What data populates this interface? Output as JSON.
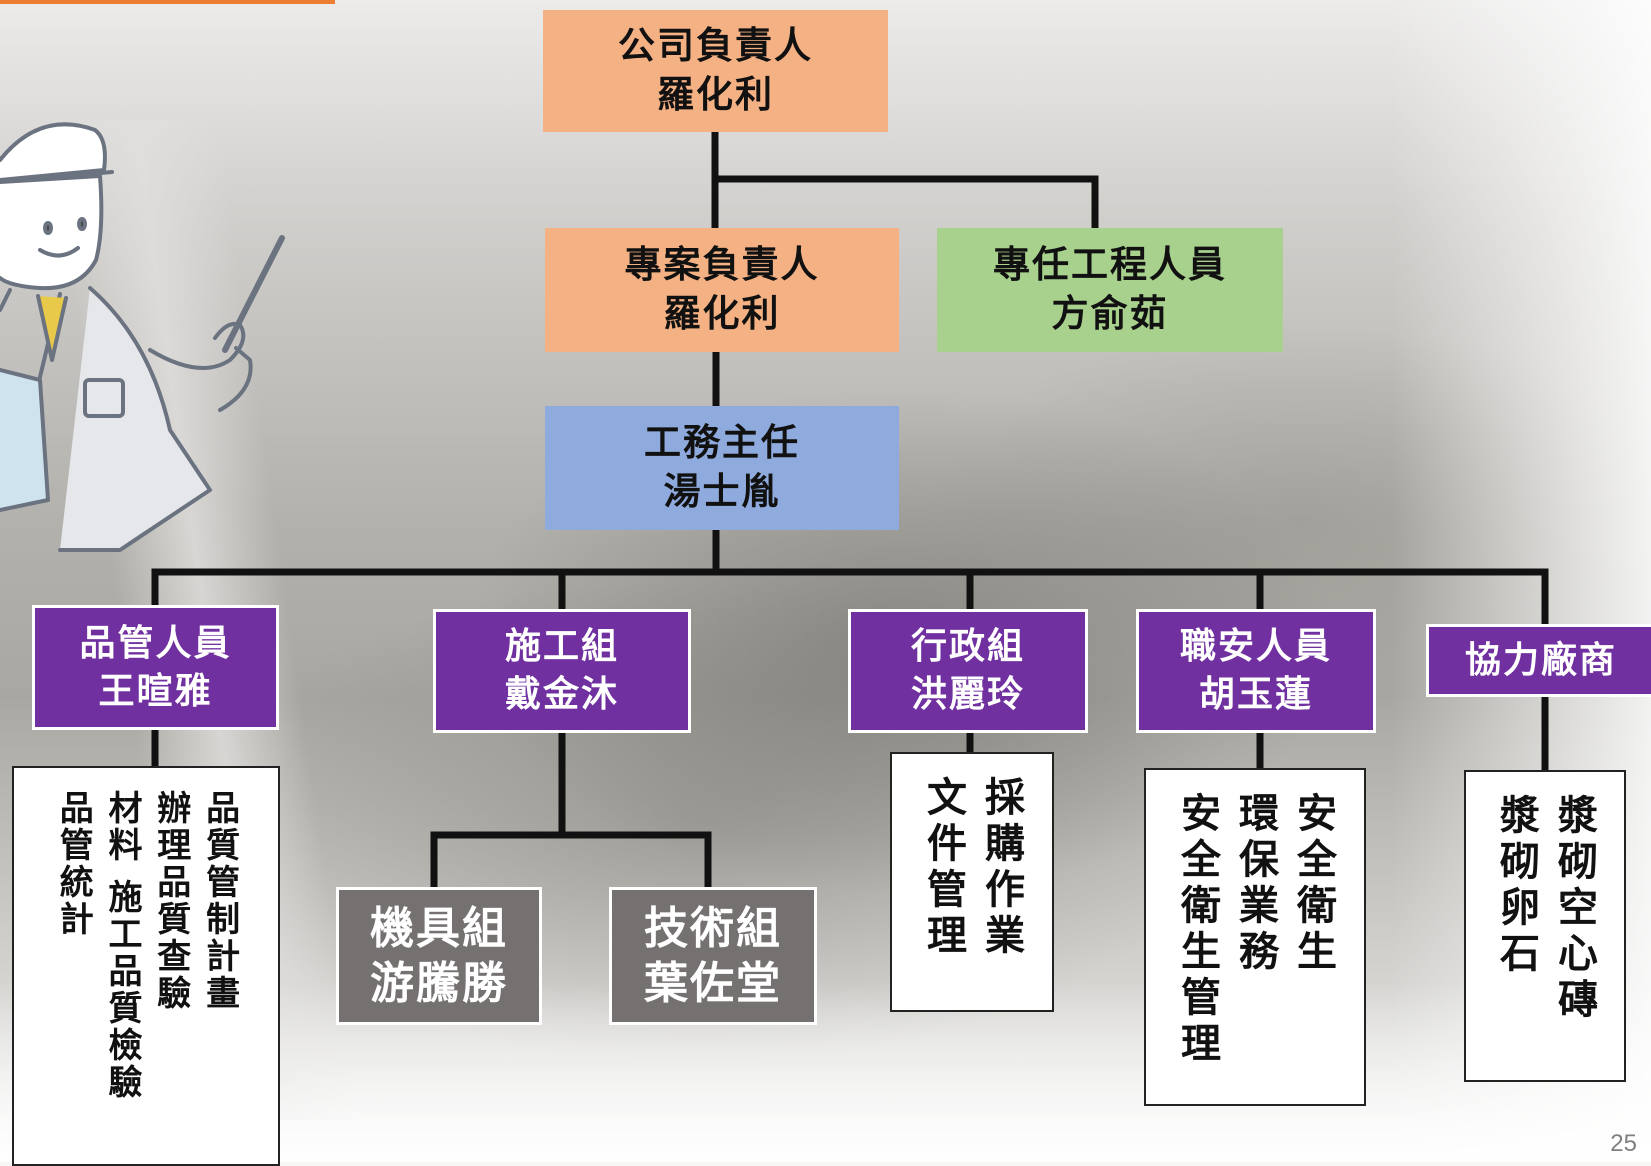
{
  "org_chart": {
    "company_head": {
      "title": "公司負責人",
      "name": "羅化利"
    },
    "project_head": {
      "title": "專案負責人",
      "name": "羅化利"
    },
    "engineer": {
      "title": "專任工程人員",
      "name": "方俞茹"
    },
    "site_director": {
      "title": "工務主任",
      "name": "湯士胤"
    },
    "qc": {
      "title": "品管人員",
      "name": "王暄雅",
      "duties": [
        "品質管制計畫",
        "辦理品質查驗",
        "材料 施工品質檢驗",
        "品管統計"
      ]
    },
    "construction": {
      "title": "施工組",
      "name": "戴金沐"
    },
    "machinery": {
      "title": "機具組",
      "name": "游騰勝"
    },
    "technical": {
      "title": "技術組",
      "name": "葉佐堂"
    },
    "admin": {
      "title": "行政組",
      "name": "洪麗玲",
      "duties": [
        "採購作業",
        "文件管理"
      ]
    },
    "safety": {
      "title": "職安人員",
      "name": "胡玉蓮",
      "duties": [
        "安全衛生",
        "環保業務",
        "安全衛生管理"
      ]
    },
    "subcontractor": {
      "title": "協力廠商",
      "duties": [
        "漿砌空心磚",
        "漿砌卵石"
      ]
    }
  },
  "page_number": "25",
  "colors": {
    "accent_bar": "#ed7d31",
    "leader": "#f4b183",
    "engineer": "#a9d18e",
    "director": "#8faadc",
    "team": "#7030a0",
    "sub_team": "#767171",
    "connector": "#111111"
  },
  "illustration": "engineer-with-pointer-icon"
}
